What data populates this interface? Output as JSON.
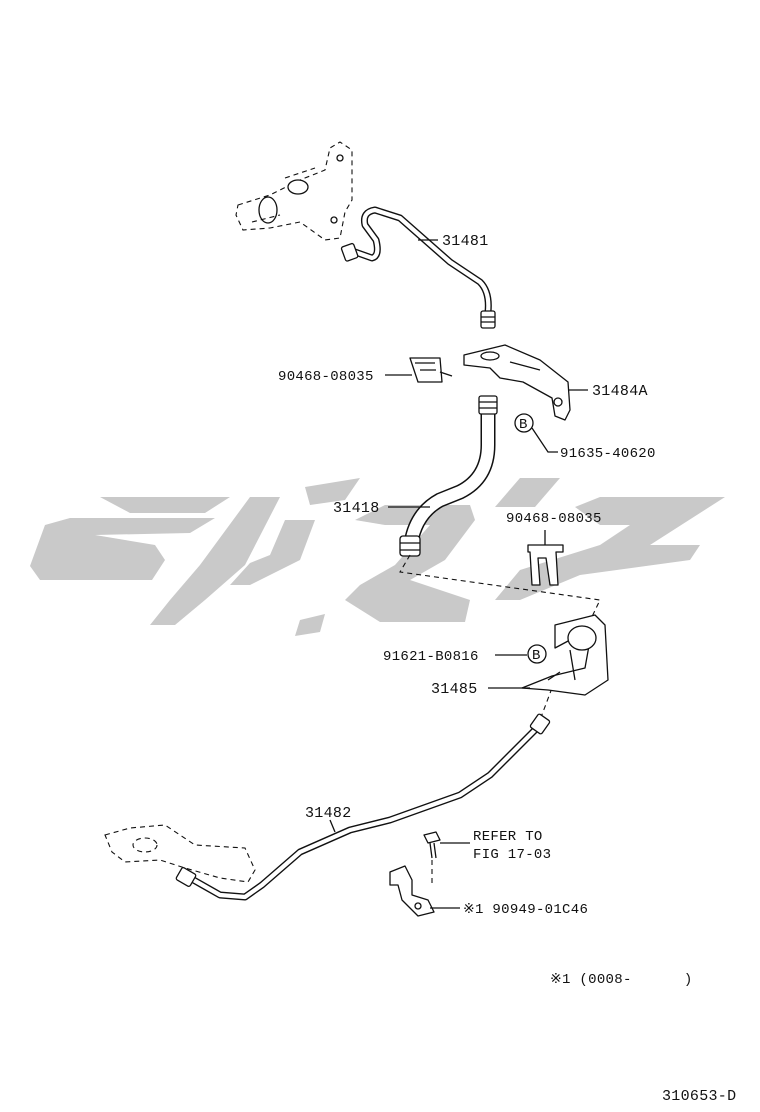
{
  "labels": {
    "p31481": "31481",
    "p90468_top": "90468-08035",
    "p31484A": "31484A",
    "p91635": "91635-40620",
    "p31418": "31418",
    "p90468_mid": "90468-08035",
    "p91621": "91621-B0816",
    "p31485": "31485",
    "p31482": "31482",
    "refer_line1": "REFER TO",
    "refer_line2": "FIG 17-03",
    "p90949": "※1 90949-01C46",
    "footnote": "※1 (0008-      )",
    "figure_code": "310653-D"
  },
  "markers": {
    "b_upper": "B",
    "b_lower": "B"
  },
  "colors": {
    "line": "#111111",
    "watermark": "#c9c9c9",
    "background": "#ffffff"
  }
}
